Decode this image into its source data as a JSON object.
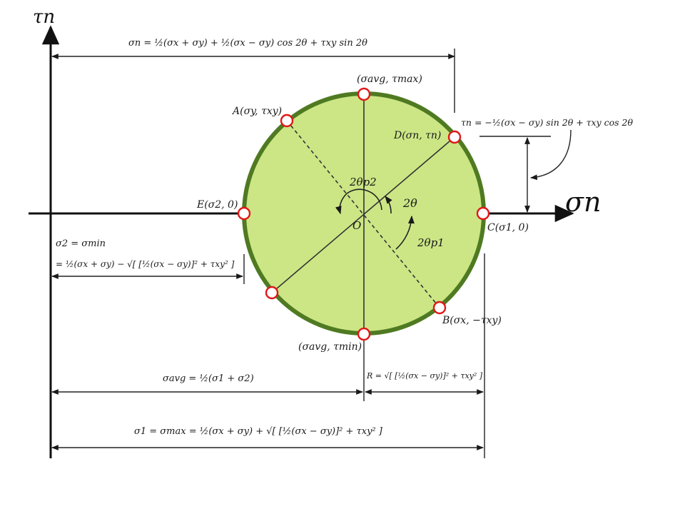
{
  "diagram": {
    "axis_x_label": "σn",
    "axis_y_label": "τn",
    "origin_label": "O",
    "points": {
      "A": "A(σy, τxy)",
      "B": "B(σx, −τxy)",
      "C": "C(σ1, 0)",
      "D": "D(σn, τn)",
      "E": "E(σ2, 0)",
      "top": "(σavg, τmax)",
      "bottom": "(σavg, τmin)"
    },
    "angles": {
      "two_theta": "2θ",
      "two_theta_p1": "2θp1",
      "two_theta_p2": "2θp2"
    },
    "formulas": {
      "sigma_n": "σn = ½(σx + σy) + ½(σx − σy) cos 2θ + τxy sin 2θ",
      "tau_n": "τn = −½(σx − σy) sin 2θ + τxy cos 2θ",
      "sigma2_head": "σ2 = σmin",
      "sigma2_body": "= ½(σx + σy) − √[ [½(σx − σy)]² + τxy² ]",
      "sigma_avg": "σavg = ½(σ1 + σ2)",
      "radius": "R = √[ [½(σx − σy)]² + τxy² ]",
      "sigma1": "σ1 = σmax = ½(σx + σy) + √[ [½(σx − σy)]² + τxy² ]"
    },
    "colors": {
      "circle_fill": "#cce685",
      "circle_stroke": "#4f7a22",
      "point_stroke": "#e01818",
      "ink": "#1a1a1a"
    }
  }
}
